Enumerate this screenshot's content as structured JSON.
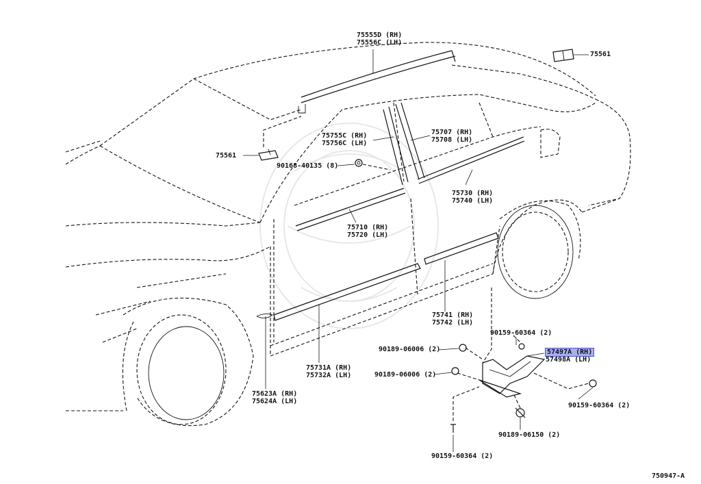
{
  "diagram_code": "750947-A",
  "callouts": {
    "c75555": {
      "lines": [
        "75555D (RH)",
        "75556C (LH)"
      ]
    },
    "c75561_right": {
      "lines": [
        "75561"
      ]
    },
    "c75561_left": {
      "lines": [
        "75561"
      ]
    },
    "c75755": {
      "lines": [
        "75755C (RH)",
        "75756C (LH)"
      ]
    },
    "c75707": {
      "lines": [
        "75707 (RH)",
        "75708 (LH)"
      ]
    },
    "c90168": {
      "lines": [
        "90168-40135 (8)"
      ]
    },
    "c75730": {
      "lines": [
        "75730 (RH)",
        "75740 (LH)"
      ]
    },
    "c75710": {
      "lines": [
        "75710 (RH)",
        "75720 (LH)"
      ]
    },
    "c75741": {
      "lines": [
        "75741 (RH)",
        "75742 (LH)"
      ]
    },
    "c90159_top": {
      "lines": [
        "90159-60364 (2)"
      ]
    },
    "c57497": {
      "lines": [
        "57497A (RH)",
        "57498A (LH)"
      ]
    },
    "c90189_a": {
      "lines": [
        "90189-06006 (2)"
      ]
    },
    "c90189_b": {
      "lines": [
        "90189-06006 (2)"
      ]
    },
    "c75731": {
      "lines": [
        "75731A (RH)",
        "75732A (LH)"
      ]
    },
    "c90159_right": {
      "lines": [
        "90159-60364 (2)"
      ]
    },
    "c75623": {
      "lines": [
        "75623A (RH)",
        "75624A (LH)"
      ]
    },
    "c90189_c": {
      "lines": [
        "90189-06150 (2)"
      ]
    },
    "c90159_bottom": {
      "lines": [
        "90159-60364 (2)"
      ]
    }
  },
  "highlighted_callout": "c57497"
}
